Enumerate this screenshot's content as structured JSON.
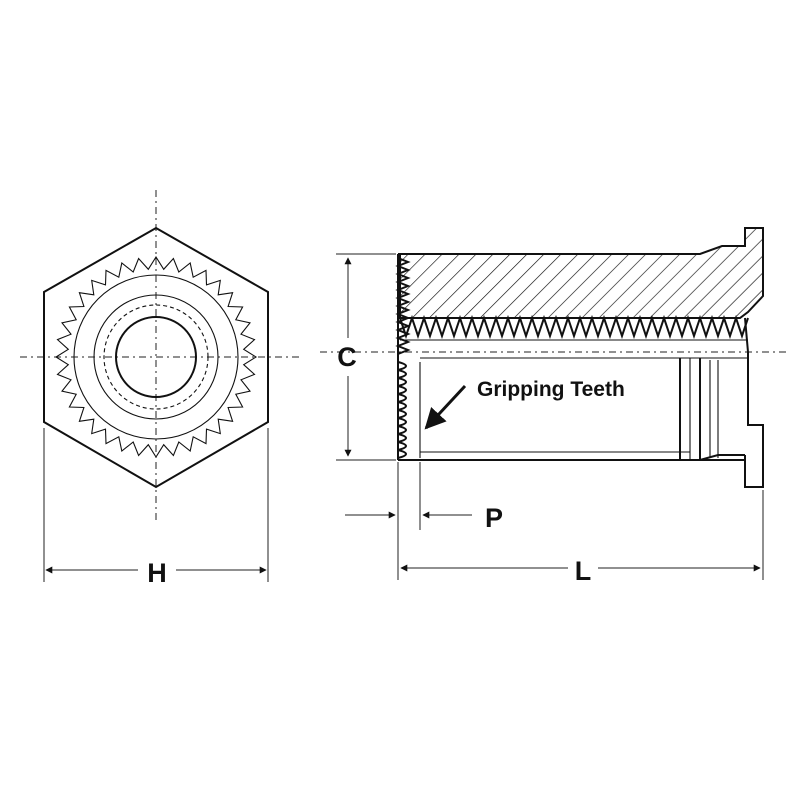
{
  "labels": {
    "C": "C",
    "H": "H",
    "P": "P",
    "L": "L",
    "gripping_teeth": "Gripping Teeth"
  }
}
